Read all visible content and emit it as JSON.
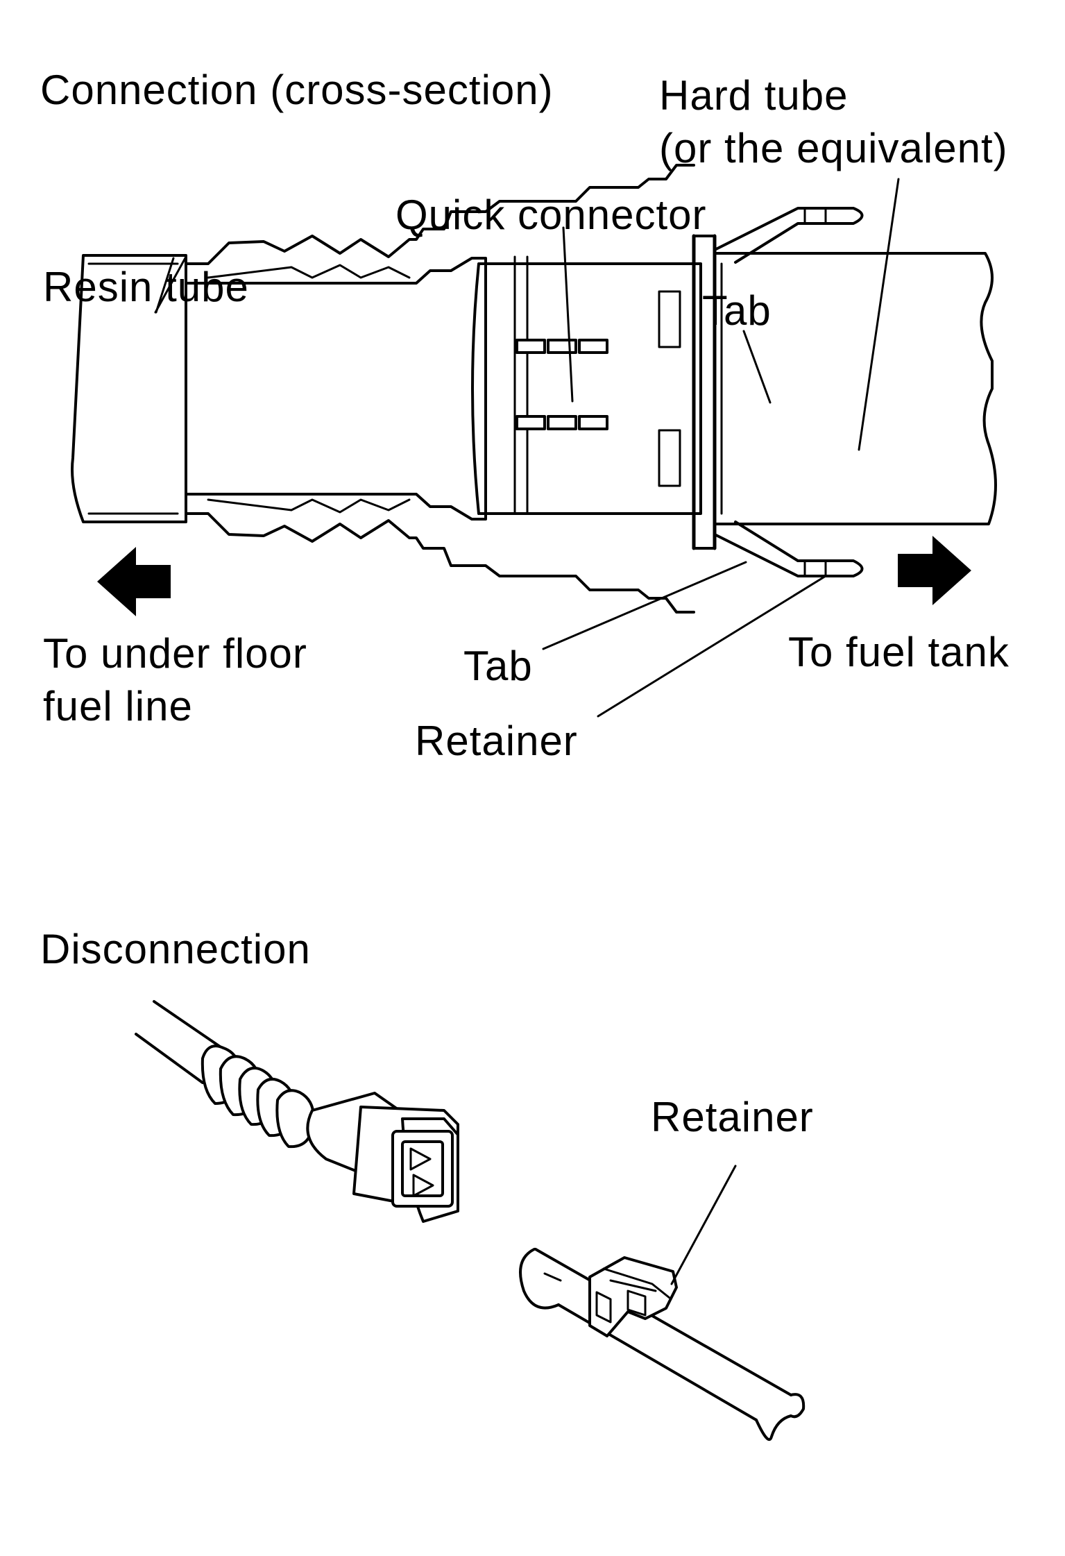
{
  "colors": {
    "ink": "#000000",
    "paper": "#ffffff"
  },
  "sections": {
    "connection": {
      "title": "Connection (cross-section)",
      "labels": {
        "hard_tube_line1": "Hard tube",
        "hard_tube_line2": "(or the equivalent)",
        "quick_connector": "Quick connector",
        "resin_tube": "Resin tube",
        "tab_upper": "Tab",
        "tab_lower": "Tab",
        "retainer": "Retainer",
        "to_under_floor_line1": "To under floor",
        "to_under_floor_line2": "fuel line",
        "to_fuel_tank": "To fuel tank"
      }
    },
    "disconnection": {
      "title": "Disconnection",
      "labels": {
        "retainer": "Retainer"
      }
    }
  },
  "icons": {
    "left_arrow": "arrow-left-icon",
    "right_arrow": "arrow-right-icon"
  }
}
